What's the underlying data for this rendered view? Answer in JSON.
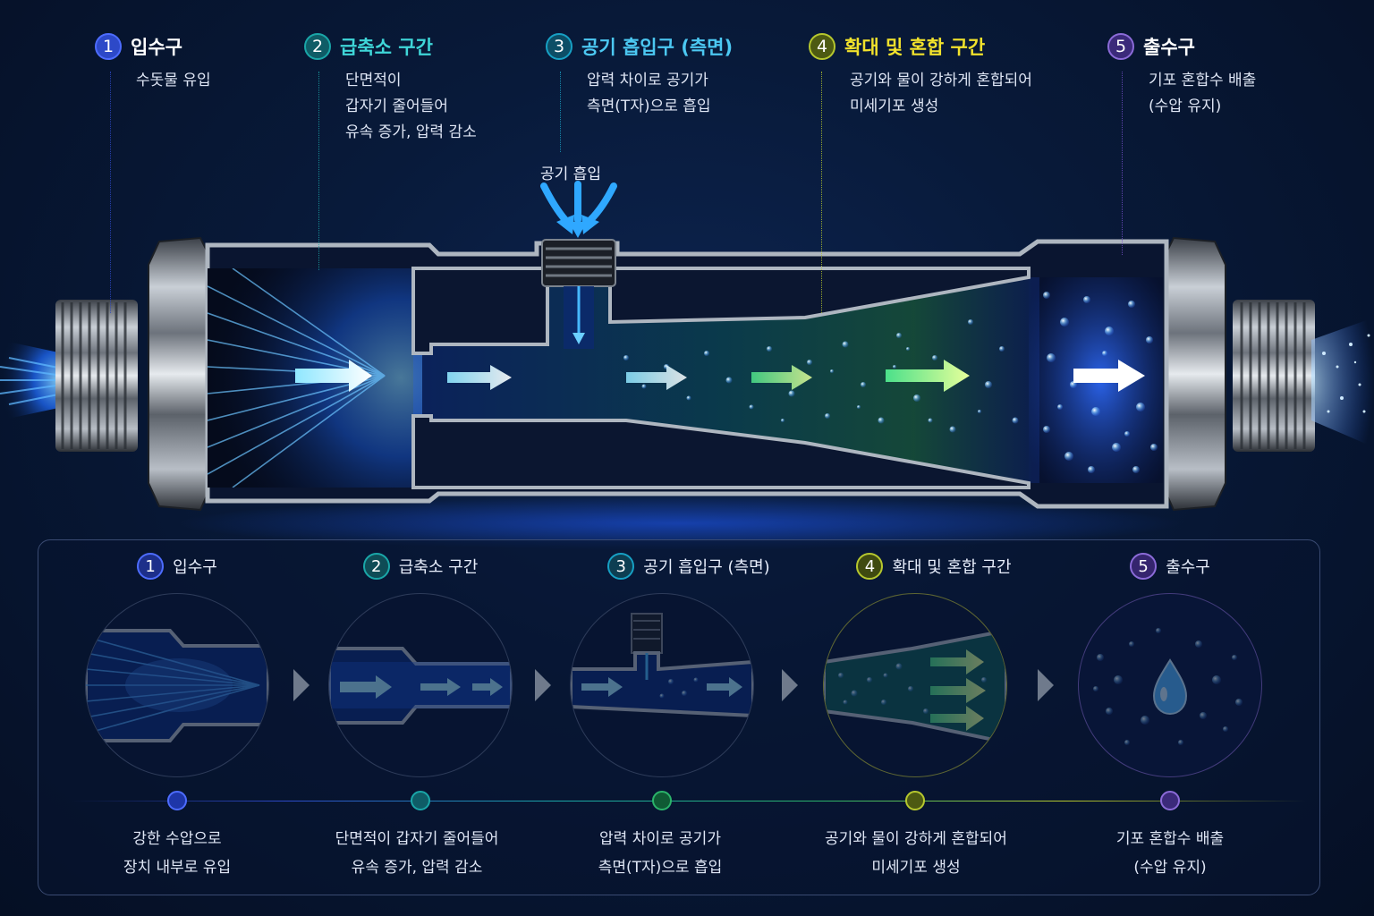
{
  "colors": {
    "step1": "#2d49c8",
    "step2": "#1aa6a8",
    "step3": "#17a0c4",
    "step4": "#b6c72e",
    "step5": "#7650cc",
    "step2_title": "#3fd6d8",
    "step3_title": "#4cc8f2",
    "step4_title": "#f2e22c",
    "step5_title": "#ffffff"
  },
  "top_steps": [
    {
      "num": "1",
      "title": "입수구",
      "desc": [
        "수돗물 유입"
      ]
    },
    {
      "num": "2",
      "title": "급축소 구간",
      "desc": [
        "단면적이",
        "갑자기 줄어들어",
        "유속 증가, 압력 감소"
      ]
    },
    {
      "num": "3",
      "title": "공기 흡입구 (측면)",
      "desc": [
        "압력 차이로 공기가",
        "측면(T자)으로 흡입"
      ]
    },
    {
      "num": "4",
      "title": "확대 및 혼합 구간",
      "desc": [
        "공기와 물이 강하게 혼합되어",
        "미세기포 생성"
      ]
    },
    {
      "num": "5",
      "title": "출수구",
      "desc": [
        "기포 혼합수 배출",
        "(수압 유지)"
      ]
    }
  ],
  "air_label": "공기 흡입",
  "bottom_steps": [
    {
      "num": "1",
      "title": "입수구",
      "desc": [
        "강한 수압으로",
        "장치 내부로 유입"
      ]
    },
    {
      "num": "2",
      "title": "급축소 구간",
      "desc": [
        "단면적이 갑자기 줄어들어",
        "유속 증가, 압력 감소"
      ]
    },
    {
      "num": "3",
      "title": "공기 흡입구 (측면)",
      "desc": [
        "압력 차이로 공기가",
        "측면(T자)으로 흡입"
      ]
    },
    {
      "num": "4",
      "title": "확대 및 혼합 구간",
      "desc": [
        "공기와 물이 강하게 혼합되어",
        "미세기포 생성"
      ]
    },
    {
      "num": "5",
      "title": "출수구",
      "desc": [
        "기포 혼합수 배출",
        "(수압 유지)"
      ]
    }
  ]
}
